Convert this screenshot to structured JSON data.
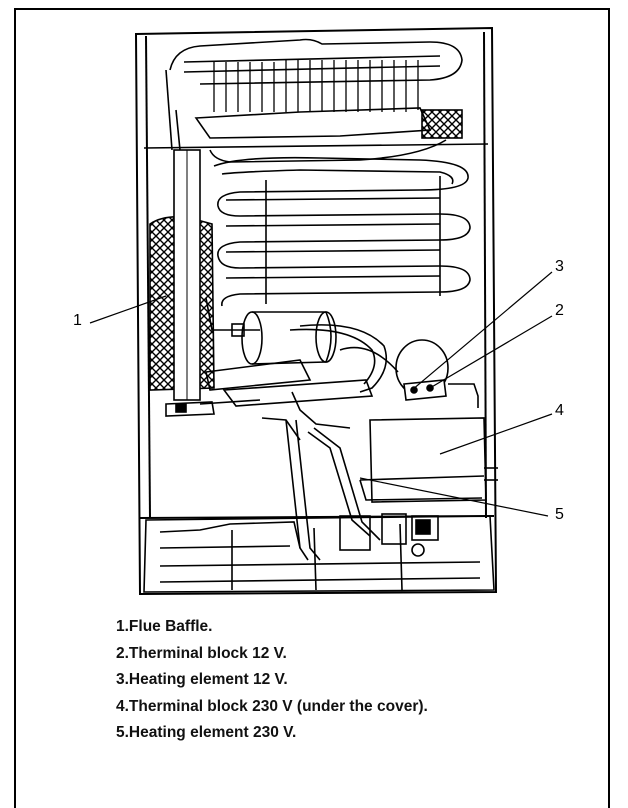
{
  "callouts": {
    "one": "1",
    "two": "2",
    "three": "3",
    "four": "4",
    "five": "5"
  },
  "legend": [
    "1.Flue Baffle.",
    "2.Therminal block 12 V.",
    "3.Heating element 12 V.",
    "4.Therminal block 230 V (under the cover).",
    "5.Heating element 230 V."
  ]
}
